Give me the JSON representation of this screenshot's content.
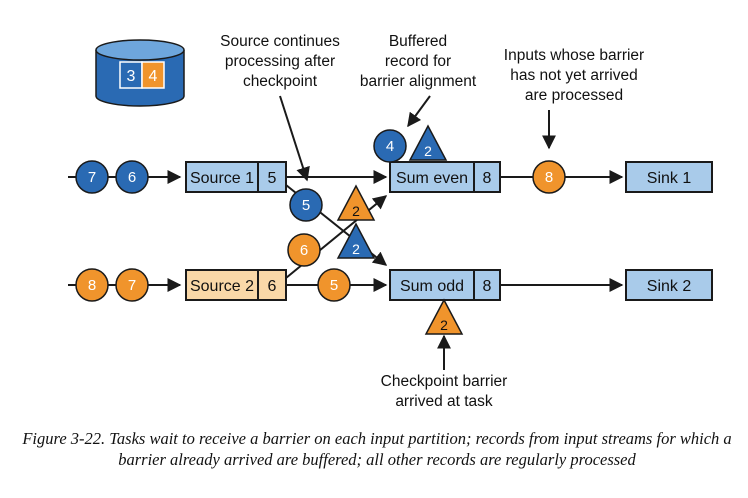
{
  "state_store": {
    "values": [
      "3",
      "4"
    ]
  },
  "labels": {
    "source_continues": [
      "Source continues",
      "processing after",
      "checkpoint"
    ],
    "buffered": [
      "Buffered",
      "record for",
      "barrier alignment"
    ],
    "inputs_whose": [
      "Inputs whose barrier",
      "has not yet arrived",
      "are processed"
    ],
    "checkpoint_barrier": [
      "Checkpoint barrier",
      "arrived at task"
    ]
  },
  "operators": {
    "source1": {
      "name": "Source 1",
      "value": "5"
    },
    "source2": {
      "name": "Source 2",
      "value": "6"
    },
    "sum_even": {
      "name": "Sum even",
      "value": "8"
    },
    "sum_odd": {
      "name": "Sum odd",
      "value": "8"
    },
    "sink1": {
      "name": "Sink 1"
    },
    "sink2": {
      "name": "Sink 2"
    }
  },
  "records": {
    "in1_a": "7",
    "in1_b": "6",
    "in2_a": "8",
    "in2_b": "7",
    "r5_blue": "5",
    "r6_orange": "6",
    "r5_orange": "5",
    "buffered_4": "4",
    "out_8": "8"
  },
  "barriers": {
    "buffered_b": "2",
    "orange_mid": "2",
    "blue_mid": "2",
    "odd_below": "2"
  },
  "caption": "Figure 3-22. Tasks wait to receive a barrier on each input partition; records from input streams for which a barrier already arrived are buffered; all other records are regularly processed",
  "colors": {
    "blue": "#2a6ab3",
    "orange": "#f0942c",
    "box_blue": "#a9cbea",
    "box_tan": "#f9d8a8",
    "dark": "#1a1a1a"
  }
}
